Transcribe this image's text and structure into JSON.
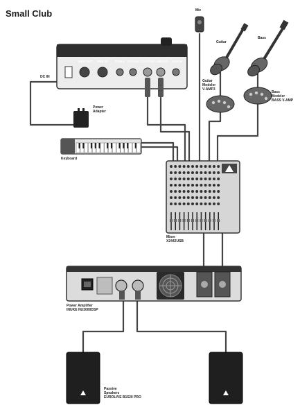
{
  "page": {
    "title": "Small Club"
  },
  "devices": {
    "drum_module": {
      "port_labels": [
        "MIDI OUT",
        "MIDI IN",
        "TOM 4",
        "CRASH 2",
        "OUTPUT L/MONO",
        "AUX IN"
      ]
    },
    "dc_in": {
      "label": "DC IN"
    },
    "power_adapter": {
      "label": "Power Adapter"
    },
    "mic": {
      "label": "Mic"
    },
    "guitar": {
      "label": "Guitar"
    },
    "bass": {
      "label": "Bass"
    },
    "guitar_modeler": {
      "line1": "Guitar",
      "line2": "Modeler",
      "line3": "V-AMP3"
    },
    "bass_modeler": {
      "line1": "Bass",
      "line2": "Modeler",
      "line3": "BASS V-AMP"
    },
    "keyboard": {
      "label": "Keyboard"
    },
    "mixer": {
      "line1": "Mixer",
      "line2": "X2442USB"
    },
    "power_amp": {
      "line1": "Power Amplifier",
      "line2": "INUKE NU3000DSP"
    },
    "speakers": {
      "line1": "Passive",
      "line2": "Speakers",
      "line3": "EUROLIVE B1520 PRO"
    }
  },
  "colors": {
    "cable": "#444444",
    "device_dark": "#3a3a3a",
    "device_light": "#d9d9d9"
  }
}
